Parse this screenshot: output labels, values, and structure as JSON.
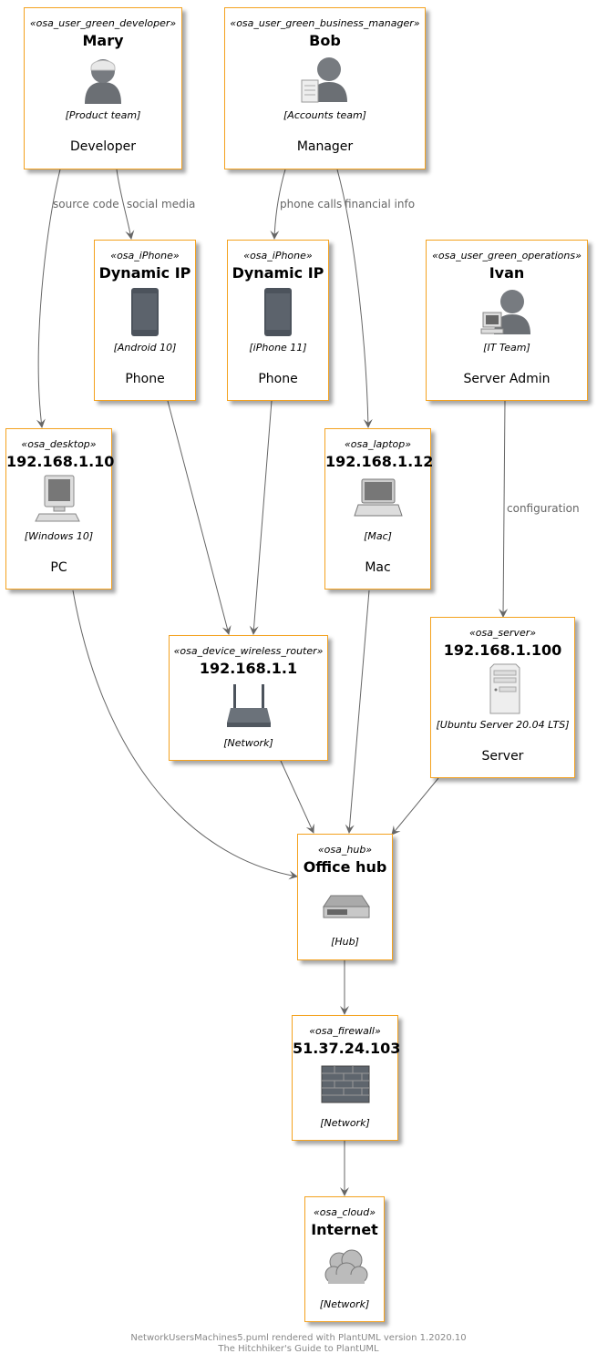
{
  "nodes": {
    "mary": {
      "stereotype": "«osa_user_green_developer»",
      "title": "Mary",
      "tech": "[Product team]",
      "desc": "Developer",
      "icon": "developer-user-icon"
    },
    "bob": {
      "stereotype": "«osa_user_green_business_manager»",
      "title": "Bob",
      "tech": "[Accounts team]",
      "desc": "Manager",
      "icon": "business-manager-user-icon"
    },
    "phone1": {
      "stereotype": "«osa_iPhone»",
      "title": "Dynamic IP",
      "tech": "[Android 10]",
      "desc": "Phone",
      "icon": "smartphone-icon"
    },
    "phone2": {
      "stereotype": "«osa_iPhone»",
      "title": "Dynamic IP",
      "tech": "[iPhone 11]",
      "desc": "Phone",
      "icon": "smartphone-icon"
    },
    "ivan": {
      "stereotype": "«osa_user_green_operations»",
      "title": "Ivan",
      "tech": "[IT Team]",
      "desc": "Server Admin",
      "icon": "operations-user-icon"
    },
    "pc": {
      "stereotype": "«osa_desktop»",
      "title": "192.168.1.10",
      "tech": "[Windows 10]",
      "desc": "PC",
      "icon": "desktop-icon"
    },
    "mac": {
      "stereotype": "«osa_laptop»",
      "title": "192.168.1.12",
      "tech": "[Mac]",
      "desc": "Mac",
      "icon": "laptop-icon"
    },
    "router": {
      "stereotype": "«osa_device_wireless_router»",
      "title": "192.168.1.1",
      "tech": "[Network]",
      "icon": "wireless-router-icon"
    },
    "server": {
      "stereotype": "«osa_server»",
      "title": "192.168.1.100",
      "tech": "[Ubuntu Server 20.04 LTS]",
      "desc": "Server",
      "icon": "server-icon"
    },
    "hub": {
      "stereotype": "«osa_hub»",
      "title": "Office hub",
      "tech": "[Hub]",
      "icon": "hub-icon"
    },
    "firewall": {
      "stereotype": "«osa_firewall»",
      "title": "51.37.24.103",
      "tech": "[Network]",
      "icon": "firewall-icon"
    },
    "cloud": {
      "stereotype": "«osa_cloud»",
      "title": "Internet",
      "tech": "[Network]",
      "icon": "cloud-icon"
    }
  },
  "edges": [
    {
      "from": "mary",
      "to": "pc",
      "label": "source code"
    },
    {
      "from": "mary",
      "to": "phone1",
      "label": "social media"
    },
    {
      "from": "bob",
      "to": "phone2",
      "label": "phone calls"
    },
    {
      "from": "bob",
      "to": "mac",
      "label": "financial info"
    },
    {
      "from": "ivan",
      "to": "server",
      "label": "configuration"
    },
    {
      "from": "phone1",
      "to": "router",
      "label": ""
    },
    {
      "from": "phone2",
      "to": "router",
      "label": ""
    },
    {
      "from": "pc",
      "to": "hub",
      "label": ""
    },
    {
      "from": "router",
      "to": "hub",
      "label": ""
    },
    {
      "from": "mac",
      "to": "hub",
      "label": ""
    },
    {
      "from": "server",
      "to": "hub",
      "label": ""
    },
    {
      "from": "hub",
      "to": "firewall",
      "label": ""
    },
    {
      "from": "firewall",
      "to": "cloud",
      "label": ""
    }
  ],
  "colors": {
    "border": "#F4A21F",
    "edge": "#666666",
    "label": "#666666"
  },
  "footer": {
    "line1": "NetworkUsersMachines5.puml rendered with PlantUML version 1.2020.10",
    "line2": "The Hitchhiker's Guide to PlantUML"
  }
}
